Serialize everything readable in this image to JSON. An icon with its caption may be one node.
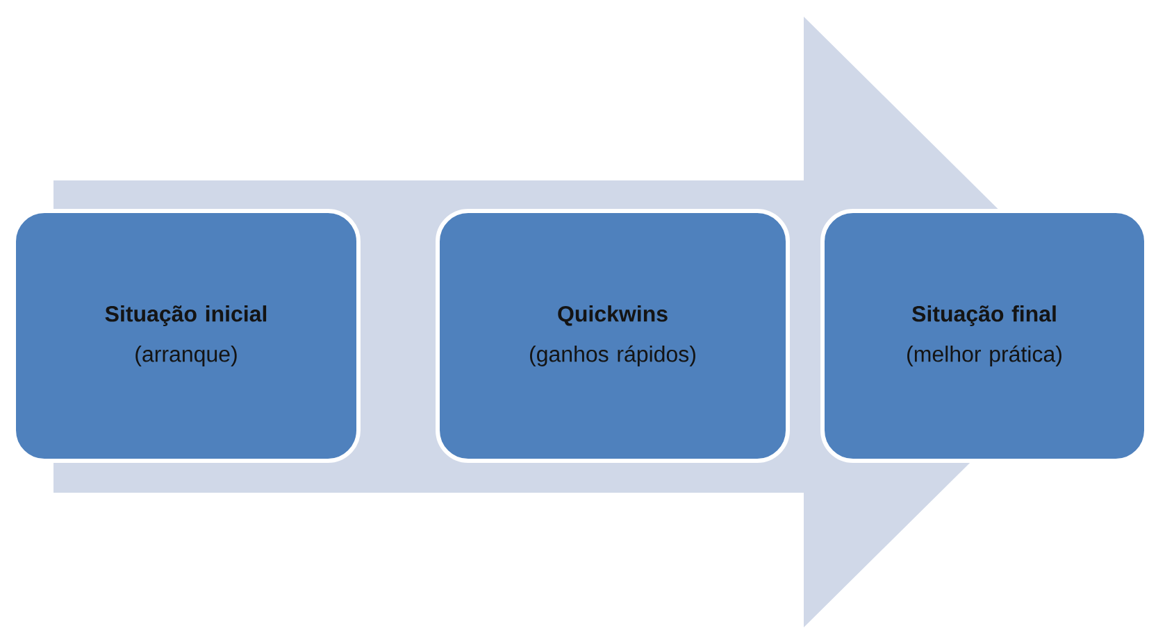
{
  "diagram": {
    "nodes": [
      {
        "text": [
          "Situação inicial",
          "(arranque)"
        ]
      },
      {
        "text": [
          "Quickwins",
          "(ganhos rápidos)"
        ]
      },
      {
        "text": [
          "Situação final",
          "(melhor prática)"
        ]
      }
    ],
    "edges": [
      {
        "from": 0,
        "to": 2,
        "arrow": "to"
      }
    ]
  }
}
